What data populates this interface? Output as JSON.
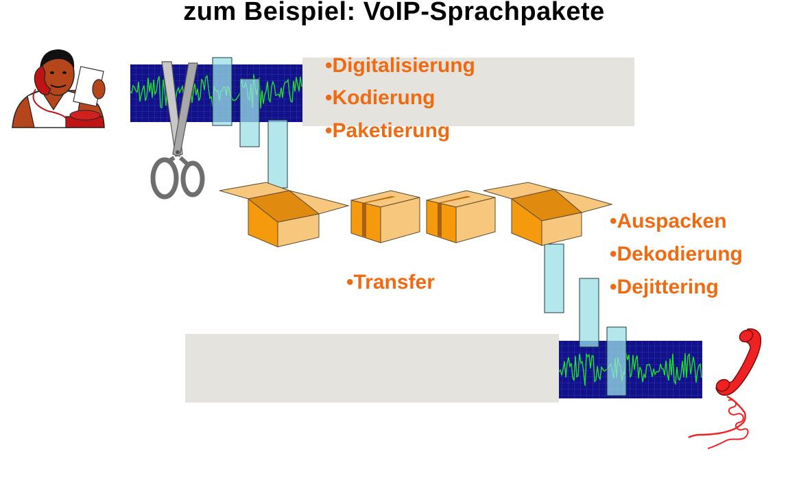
{
  "title": "zum Beispiel: VoIP-Sprachpakete",
  "sender_steps": [
    "•Digitalisierung",
    "•Kodierung",
    "•Paketierung"
  ],
  "transfer_label": "•Transfer",
  "receiver_steps": [
    "•Auspacken",
    "•Dekodierung",
    "•Dejittering"
  ],
  "icons": {
    "sender": "man-on-phone-icon",
    "cutter": "scissors-icon",
    "receiver": "telephone-handset-icon"
  },
  "colors": {
    "accent_text": "#f06a12",
    "waveform_bg": "#11118a",
    "waveform_line": "#22e02a",
    "packet_segment": "#9adfe6",
    "box_orange": "#f59a0c",
    "box_light": "#f6c77c",
    "panel_gray": "#e5e3dd"
  }
}
